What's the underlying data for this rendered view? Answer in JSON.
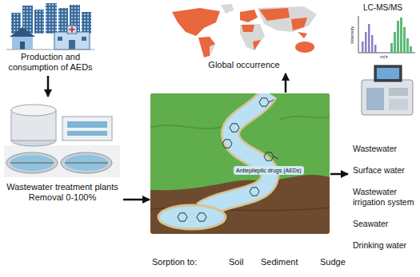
{
  "diagram": {
    "nodes": [
      {
        "text": [
          "Production and consumption of AEDs"
        ]
      },
      {
        "text": [
          "Wastewater treatment plants",
          "Removal 0-100%"
        ]
      },
      {
        "text": [
          "Antiepileptic drugs (AEDs)"
        ]
      },
      {
        "text": [
          "Global occurrence"
        ]
      },
      {
        "text": [
          "LC-MS/MS",
          "Wastewater",
          "Surface water",
          "Wastewater irrigation system",
          "Seawater",
          "Drinking water"
        ]
      }
    ],
    "edges": [
      {
        "from": 0,
        "to": 1,
        "arrow": "to"
      },
      {
        "from": 1,
        "to": 2,
        "arrow": "to"
      },
      {
        "from": 2,
        "to": 3,
        "arrow": "to"
      },
      {
        "from": 2,
        "to": 4,
        "arrow": "to"
      }
    ],
    "labels": [
      "Sorption to:",
      "Soil",
      "Sediment",
      "Sudge",
      "Intensity",
      "m/z"
    ]
  }
}
